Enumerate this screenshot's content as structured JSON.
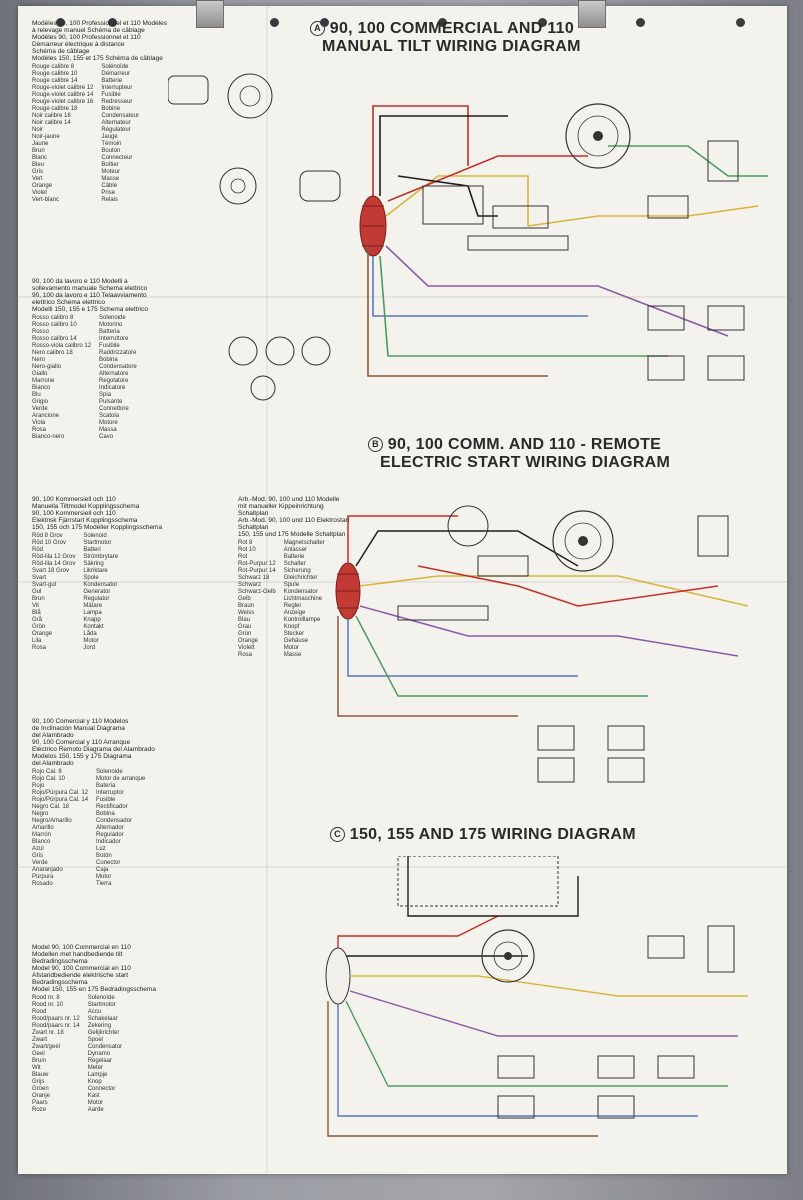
{
  "diagrams": {
    "a": {
      "letter": "A",
      "title_line1": "90, 100 COMMERCIAL AND 110",
      "title_line2": "MANUAL TILT WIRING DIAGRAM"
    },
    "b": {
      "letter": "B",
      "title_line1": "90, 100 COMM. AND 110 - REMOTE",
      "title_line2": "ELECTRIC START WIRING DIAGRAM"
    },
    "c": {
      "letter": "C",
      "title_line1": "150, 155 AND 175 WIRING DIAGRAM"
    }
  },
  "legends": {
    "french": {
      "header": [
        "Modèles 90, 100 Professionnel et 110 Modèles",
        "à relevage manuel  Schéma de câblage",
        "Modèles 90, 100 Professionnel et 110",
        "Démarreur électrique à distance",
        "Schéma de câblage",
        "Modèles 150, 155 et 175 Schéma de câblage"
      ],
      "col1": [
        "Rouge calibre 8",
        "Rouge calibre 10",
        "Rouge calibre 14",
        "Rouge-violet calibre 12",
        "Rouge-violet calibre 14",
        "Rouge-violet calibre 16",
        "Rouge calibre 18",
        "Noir calibre 18",
        "Noir calibre 14",
        "Noir",
        "Noir-jaune",
        "Jaune",
        "Brun",
        "Blanc",
        "Bleu",
        "Gris",
        "Vert",
        "Orange",
        "Violet",
        "Vert-blanc"
      ],
      "col2": [
        "Solénoïde",
        "Démarreur",
        "Batterie",
        "Interrupteur",
        "Fusible",
        "Redresseur",
        "Bobine",
        "Condensateur",
        "Alternateur",
        "Régulateur",
        "Jauge",
        "Témoin",
        "Bouton",
        "Connecteur",
        "Boîtier",
        "Moteur",
        "Masse",
        "Câble",
        "Prise",
        "Relais"
      ]
    },
    "italian": {
      "header": [
        "90, 100 da lavoro e 110 Modelli a",
        "sollevamento manuale Schema elettrico",
        "90, 100 da lavoro e 110 Telaavviamento",
        "elettrico Schema elettrico",
        "Modelli 150, 155 e 175 Schema elettrico"
      ],
      "col1": [
        "Rosso calibro 8",
        "Rosso calibro 10",
        "Rosso",
        "Rosso calibro 14",
        "Rosso-viola calibro 12",
        "Nero calibro 18",
        "Nero",
        "Nero-giallo",
        "Giallo",
        "Marrone",
        "Bianco",
        "Blu",
        "Grigio",
        "Verde",
        "Arancione",
        "Viola",
        "Rosa",
        "Bianco-nero"
      ],
      "col2": [
        "Solenoide",
        "Motorino",
        "Batteria",
        "Interruttore",
        "Fusibile",
        "Raddrizzatore",
        "Bobina",
        "Condensatore",
        "Alternatore",
        "Regolatore",
        "Indicatore",
        "Spia",
        "Pulsante",
        "Connettore",
        "Scatola",
        "Motore",
        "Massa",
        "Cavo"
      ]
    },
    "swedish": {
      "header": [
        "90, 100 Kommersiell och 110",
        "Manuella Tiltmodel Kopplingsschema",
        "90, 100 Kommersiell och 110",
        "Elektrisk Fjärrstart Kopplingsschema",
        "150, 155 och 175 Modeller Kopplingsschema"
      ],
      "col1": [
        "Röd 8 Grov",
        "Röd 10 Grov",
        "Röd",
        "Röd-lila 12 Grov",
        "Röd-lila 14 Grov",
        "Svart 18 Grov",
        "Svart",
        "Svart-gul",
        "Gul",
        "Brun",
        "Vit",
        "Blå",
        "Grå",
        "Grön",
        "Orange",
        "Lila",
        "Rosa"
      ],
      "col2": [
        "Solenoid",
        "Startmotor",
        "Batteri",
        "Strömbrytare",
        "Säkring",
        "Likriktare",
        "Spole",
        "Kondensator",
        "Generator",
        "Regulator",
        "Mätare",
        "Lampa",
        "Knapp",
        "Kontakt",
        "Låda",
        "Motor",
        "Jord"
      ]
    },
    "german": {
      "header": [
        "Arb.-Mod. 90, 100 und 110 Modelle",
        "mit manueller Kippeinrichtung",
        "Schaltplan",
        "Arb.-Mod. 90, 100 und 110 Elektrostart",
        "Schaltplan",
        "150, 155 und 175 Modelle Schaltplan"
      ],
      "col1": [
        "Rot 8",
        "Rot 10",
        "Rot",
        "Rot-Purpur 12",
        "Rot-Purpur 14",
        "Schwarz 18",
        "Schwarz",
        "Schwarz-Gelb",
        "Gelb",
        "Braun",
        "Weiss",
        "Blau",
        "Grau",
        "Grün",
        "Orange",
        "Violett",
        "Rosa"
      ],
      "col2": [
        "Magnetschalter",
        "Anlasser",
        "Batterie",
        "Schalter",
        "Sicherung",
        "Gleichrichter",
        "Spule",
        "Kondensator",
        "Lichtmaschine",
        "Regler",
        "Anzeige",
        "Kontrolllampe",
        "Knopf",
        "Stecker",
        "Gehäuse",
        "Motor",
        "Masse"
      ]
    },
    "spanish": {
      "header": [
        "90, 100 Comercial y 110 Modelos",
        "de Inclinación Manual Diagrama",
        "del Alambrado",
        "90, 100 Comercial y 110 Arranque",
        "Eléctrico Remoto Diagrama del Alambrado",
        "Modelos 150, 155 y 175 Diagrama",
        "del Alambrado"
      ],
      "col1": [
        "Rojo Cal. 8",
        "Rojo Cal. 10",
        "Rojo",
        "Rojo/Púrpura Cal. 12",
        "Rojo/Púrpura Cal. 14",
        "Negro Cal. 18",
        "Negro",
        "Negro/Amarillo",
        "Amarillo",
        "Marrón",
        "Blanco",
        "Azul",
        "Gris",
        "Verde",
        "Anaranjado",
        "Púrpura",
        "Rosado"
      ],
      "col2": [
        "Solenoide",
        "Motor de arranque",
        "Batería",
        "Interruptor",
        "Fusible",
        "Rectificador",
        "Bobina",
        "Condensador",
        "Alternador",
        "Regulador",
        "Indicador",
        "Luz",
        "Botón",
        "Conector",
        "Caja",
        "Motor",
        "Tierra"
      ]
    },
    "dutch": {
      "header": [
        "Model 90, 100 Commercial en 110",
        "Modellen met handbediende tilt",
        "Bedradingsschema",
        "Model 90, 100 Commercial en 110",
        "Afstandbediende elektrische start",
        "Bedradingsschema",
        "Model 150, 155 en 175 Bedradingsschema"
      ],
      "col1": [
        "Rood nr. 8",
        "Rood nr. 10",
        "Rood",
        "Rood/paars nr. 12",
        "Rood/paars nr. 14",
        "Zwart nr. 18",
        "Zwart",
        "Zwart/geel",
        "Geel",
        "Bruin",
        "Wit",
        "Blauw",
        "Grijs",
        "Groen",
        "Oranje",
        "Paars",
        "Roze"
      ],
      "col2": [
        "Solenoïde",
        "Startmotor",
        "Accu",
        "Schakelaar",
        "Zekering",
        "Gelijkrichter",
        "Spoel",
        "Condensator",
        "Dynamo",
        "Regelaar",
        "Meter",
        "Lampje",
        "Knop",
        "Connector",
        "Kast",
        "Motor",
        "Aarde"
      ]
    }
  },
  "colors": {
    "paper": "#f4f2ec",
    "wire_red": "#c0302b",
    "wire_black": "#1e1e1e",
    "wire_yellow": "#d9b43a",
    "wire_blue": "#5a78b8",
    "wire_green": "#4f9a62",
    "wire_purple": "#8a5aa8",
    "wire_brown": "#8a5a36",
    "harness_red": "#c23a34"
  }
}
